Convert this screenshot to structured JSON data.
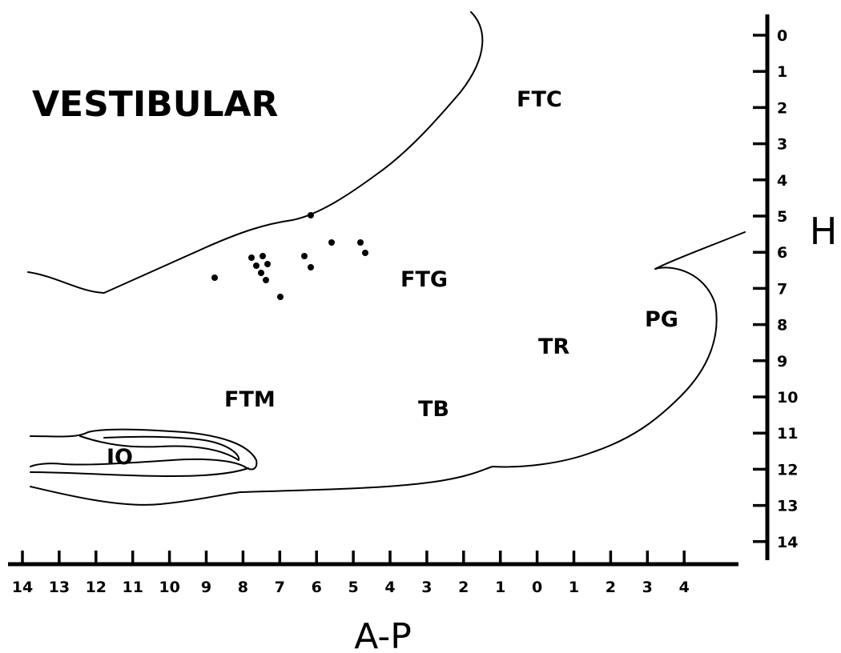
{
  "title": "VESTIBULAR",
  "axes": {
    "x_label": "A-P",
    "y_label": "H",
    "x_ticks": [
      "14",
      "13",
      "12",
      "11",
      "10",
      "9",
      "8",
      "7",
      "6",
      "5",
      "4",
      "3",
      "2",
      "1",
      "0",
      "1",
      "2",
      "3",
      "4"
    ],
    "y_ticks": [
      "0",
      "1",
      "2",
      "3",
      "4",
      "5",
      "6",
      "7",
      "8",
      "9",
      "10",
      "11",
      "12",
      "13",
      "14"
    ]
  },
  "regions": {
    "ftc": "FTC",
    "ftg": "FTG",
    "ftm": "FTM",
    "tb": "TB",
    "tr": "TR",
    "pg": "PG",
    "io": "IO"
  },
  "colors": {
    "ink": "#000000",
    "paper": "#ffffff"
  }
}
